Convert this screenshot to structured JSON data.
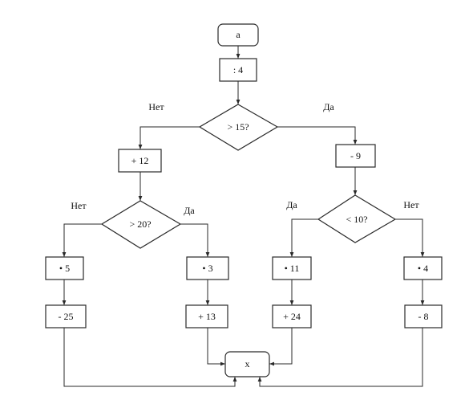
{
  "nodes": {
    "start": "a",
    "div4": ": 4",
    "cond15": "> 15?",
    "plus12": "+ 12",
    "minus9": "- 9",
    "cond20": "> 20?",
    "cond10": "< 10?",
    "mul5": "• 5",
    "mul3": "• 3",
    "mul11": "• 11",
    "mul4": "• 4",
    "minus25": "- 25",
    "plus13": "+ 13",
    "plus24": "+ 24",
    "minus8": "- 8",
    "end": "x"
  },
  "labels": {
    "cond15_no": "Нет",
    "cond15_yes": "Да",
    "cond20_no": "Нет",
    "cond20_yes": "Да",
    "cond10_yes": "Да",
    "cond10_no": "Нет"
  }
}
